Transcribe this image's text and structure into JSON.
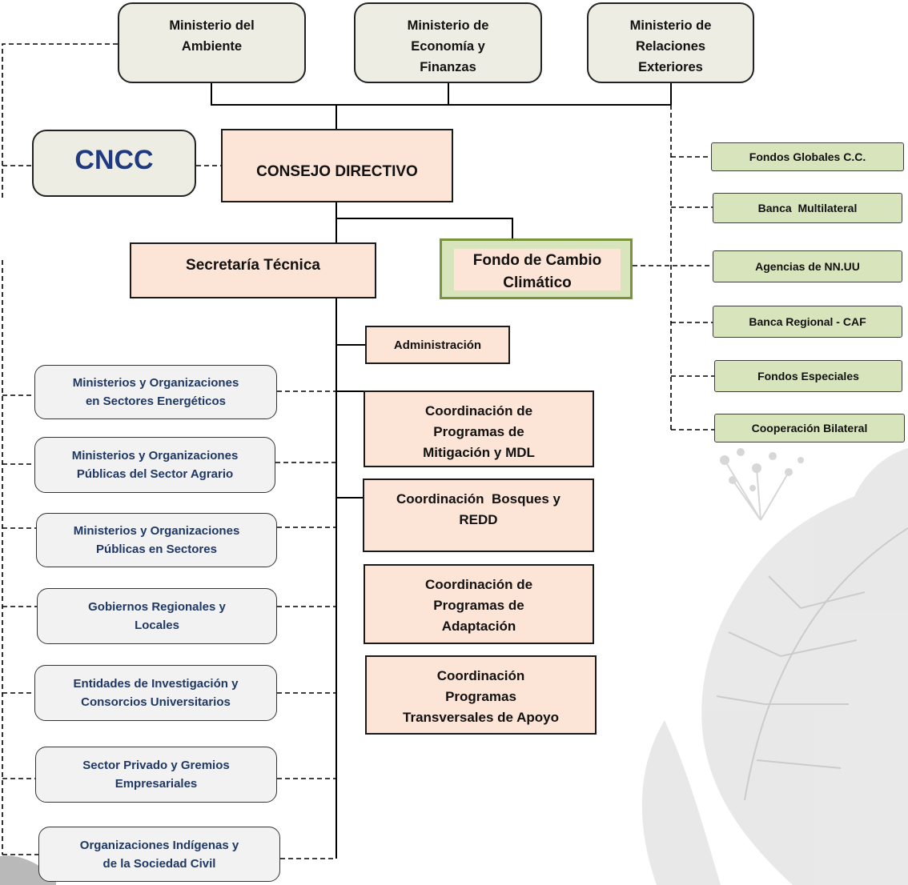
{
  "top_ministries": [
    "Ministerio del\nAmbiente",
    "Ministerio de\nEconomía y\nFinanzas",
    "Ministerio de\nRelaciones\nExteriores"
  ],
  "cncc": "CNCC",
  "consejo_directivo": "CONSEJO DIRECTIVO",
  "secretaria_tecnica": "Secretaría Técnica",
  "fondo_cambio_climatico": "Fondo de Cambio\nClimático",
  "funding_sources": [
    "Fondos Globales C.C.",
    "Banca  Multilateral",
    "Agencias de NN.UU",
    "Banca Regional - CAF",
    "Fondos Especiales",
    "Cooperación Bilateral"
  ],
  "administracion": "Administración",
  "coordinations": [
    "Coordinación de\nProgramas de\nMitigación y MDL",
    "Coordinación  Bosques y\nREDD",
    "Coordinación de\nProgramas de\nAdaptación",
    "Coordinación\nProgramas\nTransversales de Apoyo"
  ],
  "stakeholders": [
    "Ministerios y Organizaciones\nen Sectores Energéticos",
    "Ministerios y Organizaciones\nPúblicas del Sector Agrario",
    "Ministerios y Organizaciones\nPúblicas en Sectores",
    "Gobiernos Regionales y\nLocales",
    "Entidades de Investigación y\nConsorcios Universitarios",
    "Sector Privado y Gremios\nEmpresariales",
    "Organizaciones Indígenas y\nde la Sociedad Civil"
  ],
  "colors": {
    "peach_fill": "#fce4d6",
    "beige_fill": "#eeede3",
    "green_fill": "#d8e4bc",
    "green_border": "#77933c",
    "stakeholder_fill": "#f2f2f2",
    "stakeholder_text": "#1f3864",
    "cncc_text": "#1f3a80"
  }
}
